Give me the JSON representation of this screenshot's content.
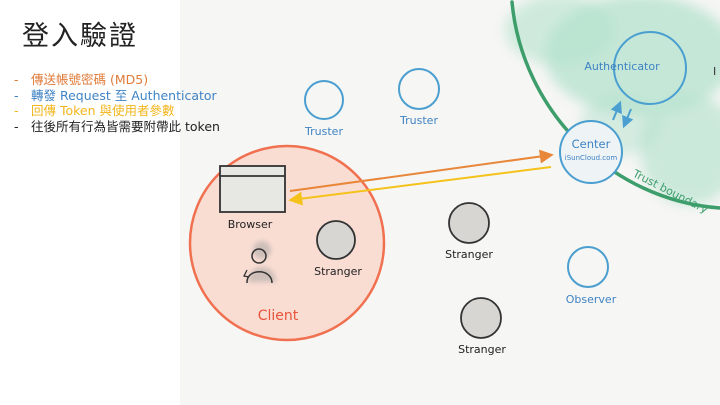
{
  "slide": {
    "title": "登入驗證",
    "bullets": [
      {
        "dash": "-",
        "text": "傳送帳號密碼 (MD5)",
        "color": "#e07b39"
      },
      {
        "dash": "-",
        "text": "轉發 Request 至 Authenticator",
        "color": "#3f83c4"
      },
      {
        "dash": "-",
        "text": "回傳 Token 與使用者參數",
        "color": "#f2b51c"
      },
      {
        "dash": "-",
        "text": "往後所有行為皆需要附帶此 token",
        "color": "#222222"
      }
    ]
  },
  "diagram": {
    "authenticator": "Authenticator",
    "trust_boundary": "Trust boundary",
    "center": {
      "label": "Center",
      "sublabel": "iSunCloud.com"
    },
    "trusters": [
      "Truster",
      "Truster"
    ],
    "browser": "Browser",
    "client": "Client",
    "strangers": [
      "Stranger",
      "Stranger",
      "Stranger"
    ],
    "observer": "Observer",
    "edge_mark": "I"
  },
  "colors": {
    "node_blue": "#4a9fd0",
    "client_red": "#f07050",
    "arrow_orange": "#e8873a",
    "arrow_yellow": "#f5c21b",
    "trust_green": "#62b47a",
    "cloud_green": "#b4e2cd"
  }
}
